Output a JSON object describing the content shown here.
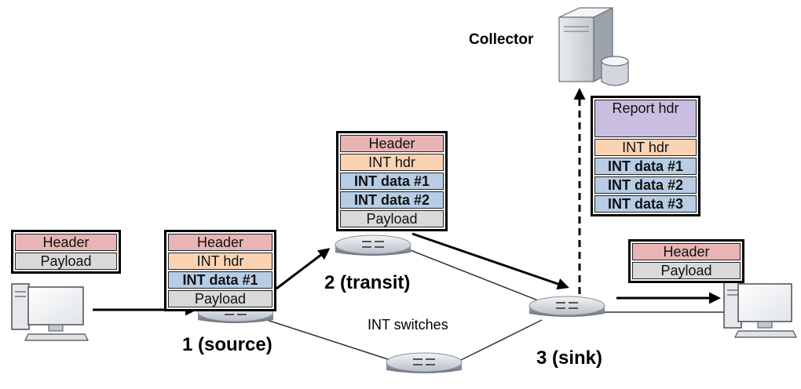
{
  "labels": {
    "collector": "Collector",
    "source": "1 (source)",
    "transit": "2 (transit)",
    "sink": "3 (sink)",
    "int_switches": "INT switches"
  },
  "packets": {
    "host_out": [
      "Header",
      "Payload"
    ],
    "after_source": [
      "Header",
      "INT hdr",
      "INT data #1",
      "Payload"
    ],
    "after_transit": [
      "Header",
      "INT hdr",
      "INT data #1",
      "INT data #2",
      "Payload"
    ],
    "report": [
      "Report hdr",
      "INT hdr",
      "INT data #1",
      "INT data #2",
      "INT data #3"
    ],
    "host_in": [
      "Header",
      "Payload"
    ]
  },
  "colors": {
    "header": "#e8b4b4",
    "payload": "#d9d9d9",
    "int_hdr": "#fbd3b3",
    "int_data": "#b7cde6",
    "report_hdr": "#c9bedf"
  }
}
